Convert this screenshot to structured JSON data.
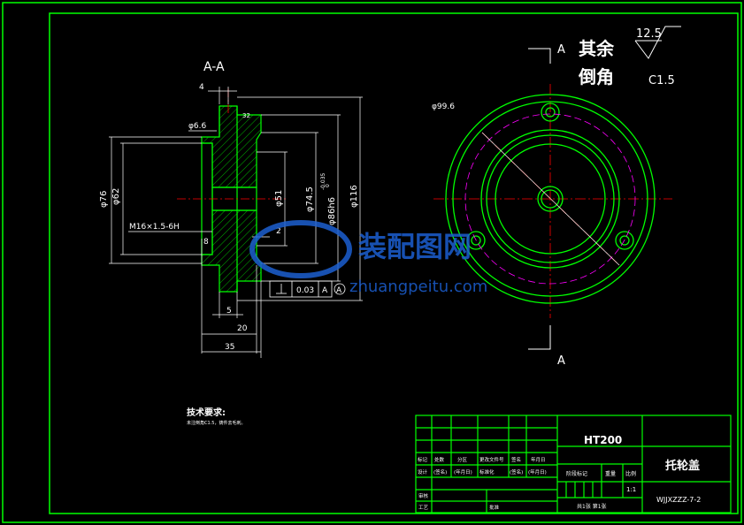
{
  "section": {
    "title": "A-A",
    "dim_4": "4",
    "dim_phi66": "φ6.6",
    "dim_32": "32",
    "dim_phi76": "φ76",
    "dim_phi62": "φ62",
    "thread": "M16×1.5-6H",
    "dim_8": "8",
    "dim_phi51": "φ51",
    "dim_2": "2",
    "dim_phi745": "φ74.5",
    "dim_phi86": "φ86h6",
    "dim_phi86_tol_upper": "0",
    "dim_phi86_tol_lower": "-0.035",
    "dim_phi116": "φ116",
    "dim_5": "5",
    "dim_20": "20",
    "dim_35": "35",
    "gdt_value": "0.03",
    "gdt_datum": "A",
    "datum_label": "A"
  },
  "front": {
    "section_mark_top": "A",
    "section_mark_bottom": "A",
    "dim_phi996": "φ99.6"
  },
  "notes": {
    "roughness_value": "12.5",
    "other_label_1": "其余",
    "other_label_2": "倒角",
    "chamfer": "C1.5",
    "tech_req_title": "技术要求:",
    "tech_req_line": "未注倒角C1.5，铸件去毛刺。"
  },
  "watermark": {
    "cn": "装配图网",
    "url": "zhuangpeitu.com"
  },
  "title_block": {
    "material": "HT200",
    "part_name": "托轮盖",
    "drawing_no": "WJJXZZZ-7-2",
    "scale": "1:1",
    "sheet_info": "共1张  第1张",
    "row1": [
      "标记",
      "处数",
      "分区",
      "更改文件号",
      "签名",
      "年月日"
    ],
    "row2": [
      "设计",
      "(签名)",
      "(年月日)",
      "标准化",
      "(签名)",
      "(年月日)"
    ],
    "row3": "审核",
    "row4": [
      "工艺",
      "批准"
    ],
    "stage_label": "阶段标记",
    "weight_label": "重量",
    "scale_label": "比例"
  },
  "colors": {
    "frame": "#00ff00",
    "part_outline": "#00ff00",
    "center_line": "#ff0000",
    "hidden_circle": "#ff00ff",
    "dimension": "#ffffff",
    "watermark": "#1c5fd0"
  }
}
